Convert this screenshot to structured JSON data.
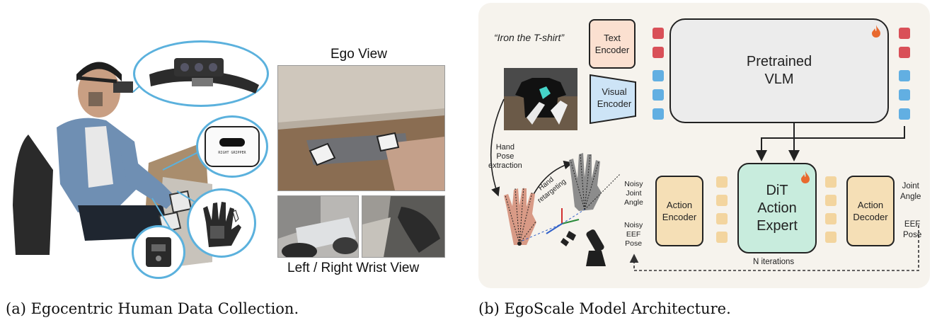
{
  "panel_a": {
    "caption": "(a) Egocentric Human Data Collection.",
    "ego_view_label": "Ego View",
    "wrist_view_label": "Left / Right Wrist View",
    "sensor_label": "RIGHT GRIPPER"
  },
  "panel_b": {
    "caption": "(b) EgoScale Model Architecture.",
    "instruction": "“Iron the T-shirt”",
    "text_encoder": "Text\nEncoder",
    "visual_encoder": "Visual\nEncoder",
    "vlm": "Pretrained\nVLM",
    "hand_pose": "Hand\nPose\nextraction",
    "hand_retargeting": "Hand\nretargeting",
    "noisy_joint": "Noisy\nJoint\nAngle",
    "noisy_eef": "Noisy\nEEF\nPose",
    "action_encoder": "Action\nEncoder",
    "dit": "DiT\nAction\nExpert",
    "action_decoder": "Action\nDecoder",
    "joint_angle": "Joint\nAngle",
    "eef_pose": "EEF\nPose",
    "n_iterations": "N iterations"
  },
  "colors": {
    "panel_bg": "#f6f3ed",
    "text_encoder_fill": "#fbe0d0",
    "visual_encoder_fill": "#cde4f6",
    "vlm_fill": "#ececec",
    "action_fill": "#f5dfb6",
    "dit_fill": "#c8ecdd",
    "token_red": "#d95058",
    "token_blue": "#62afe2",
    "token_tan": "#f3d59f",
    "callout_blue": "#5bb1dd",
    "flame": "#e8692e"
  }
}
